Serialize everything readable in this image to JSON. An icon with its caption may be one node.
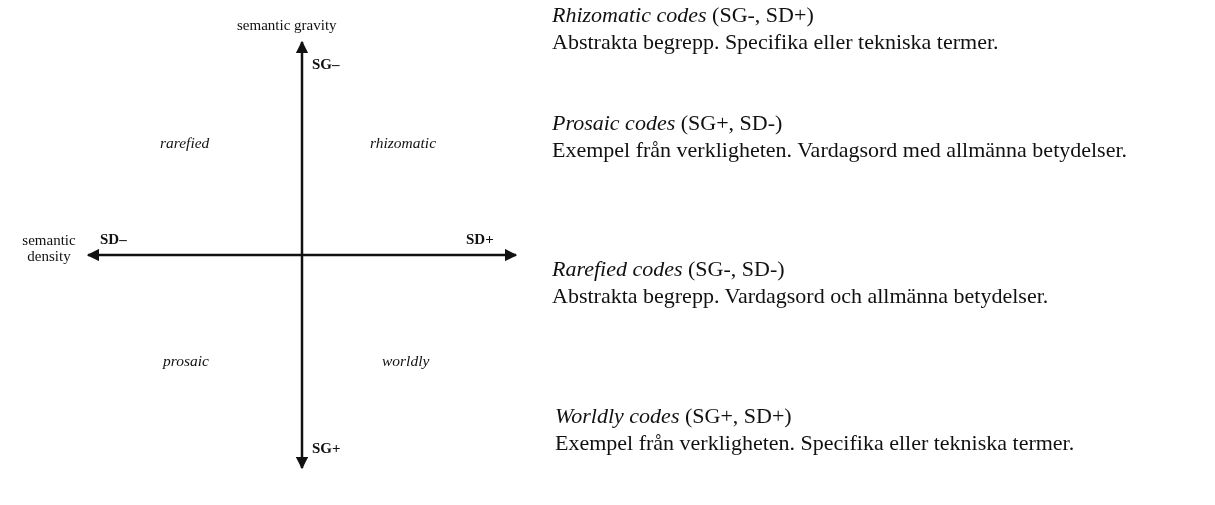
{
  "diagram": {
    "labels": [
      "semantic gravity",
      "SG–",
      "rarefied",
      "rhizomatic",
      "semantic density",
      "SD–",
      "SD+",
      "prosaic",
      "worldly",
      "SG+",
      "*Rhizomatic codes* (SG-, SD+)",
      "Abstrakta begrepp. Specifika eller tekniska termer.",
      "*Prosaic codes* (SG+, SD-)",
      "Exempel från verkligheten. Vardagsord med allmänna betydelser.",
      "*Rarefied codes* (SG-, SD-)",
      "Abstrakta begrepp. Vardagsord och allmänna betydelser.",
      "*Worldly codes* (SG+, SD+)",
      "Exempel från verkligheten. Specifika eller tekniska termer."
    ]
  }
}
